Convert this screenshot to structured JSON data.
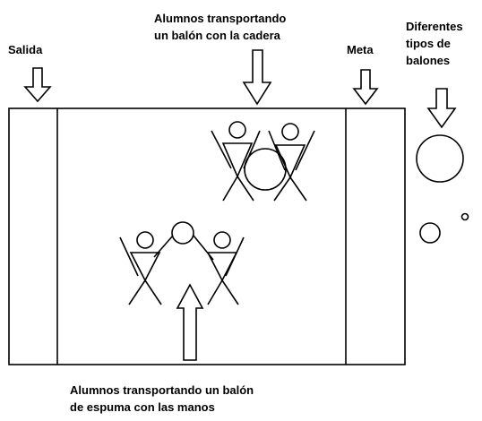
{
  "labels": {
    "start": "Salida",
    "goal": "Meta",
    "hip_transport": [
      "Alumnos transportando",
      "un balón con la cadera"
    ],
    "ball_types": [
      "Diferentes",
      "tipos de",
      "balones"
    ],
    "hand_transport": [
      "Alumnos transportando un balón",
      "de espuma con las manos"
    ]
  },
  "colors": {
    "stroke": "#000000",
    "fill": "#ffffff",
    "text": "#000000"
  }
}
